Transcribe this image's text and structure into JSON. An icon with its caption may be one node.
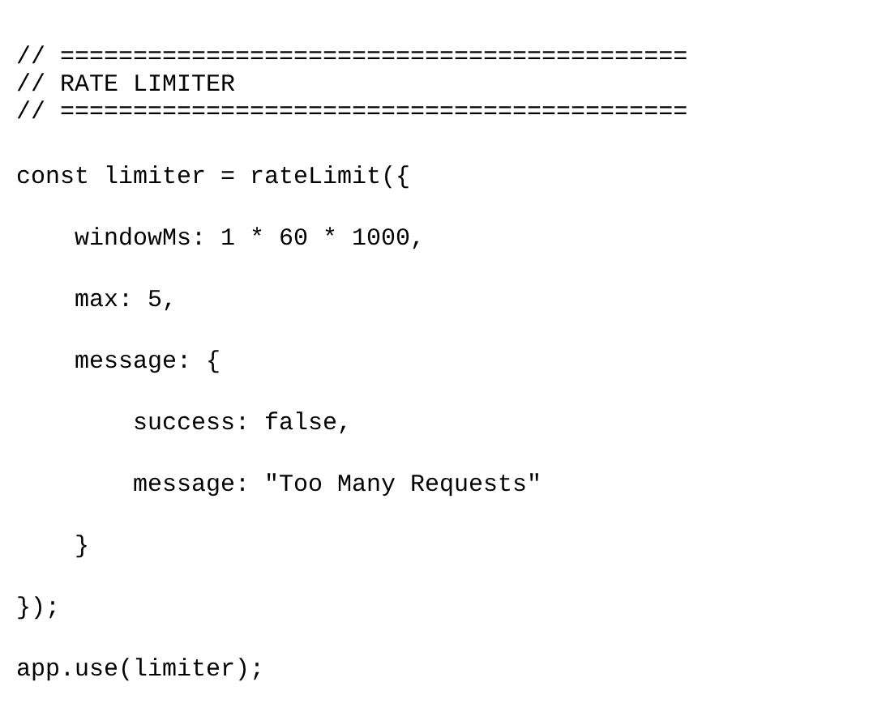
{
  "diagram": {
    "labels": [
      "// ===========================================",
      "// RATE LIMITER",
      "// ===========================================",
      "const limiter = rateLimit({",
      "windowMs: 1 * 60 * 1000,",
      "max: 5,",
      "message: {",
      "success: false,",
      "message: \"Too Many Requests\"",
      "}",
      "});",
      "app.use(limiter);"
    ]
  }
}
